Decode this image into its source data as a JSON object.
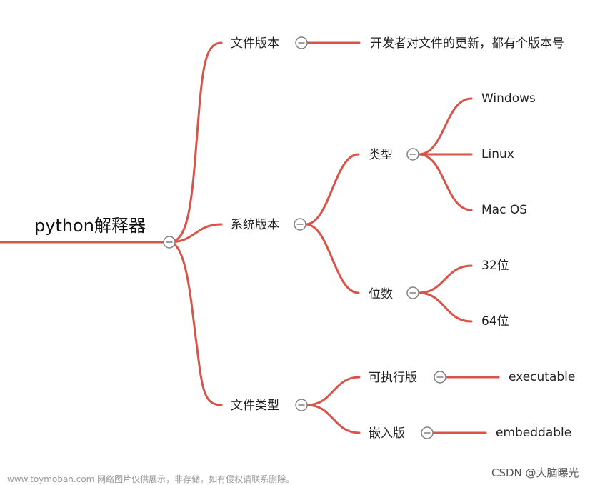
{
  "colors": {
    "edge": "#d9534a",
    "toggle": "#808080",
    "text": "#222222"
  },
  "root": {
    "label": "python解释器"
  },
  "branches": [
    {
      "label": "文件版本",
      "children": [
        {
          "label": "开发者对文件的更新，都有个版本号"
        }
      ]
    },
    {
      "label": "系统版本",
      "children": [
        {
          "label": "类型",
          "children": [
            {
              "label": "Windows"
            },
            {
              "label": "Linux"
            },
            {
              "label": "Mac OS"
            }
          ]
        },
        {
          "label": "位数",
          "children": [
            {
              "label": "32位"
            },
            {
              "label": "64位"
            }
          ]
        }
      ]
    },
    {
      "label": "文件类型",
      "children": [
        {
          "label": "可执行版",
          "children": [
            {
              "label": "executable"
            }
          ]
        },
        {
          "label": "嵌入版",
          "children": [
            {
              "label": "embeddable"
            }
          ]
        }
      ]
    }
  ],
  "watermark": {
    "text": "www.toymoban.com 网络图片仅供展示，非存储，如有侵权请联系删除。"
  },
  "brand": {
    "text": "CSDN @大脑曝光"
  },
  "icons": {
    "collapse": "minus-circle-icon"
  }
}
